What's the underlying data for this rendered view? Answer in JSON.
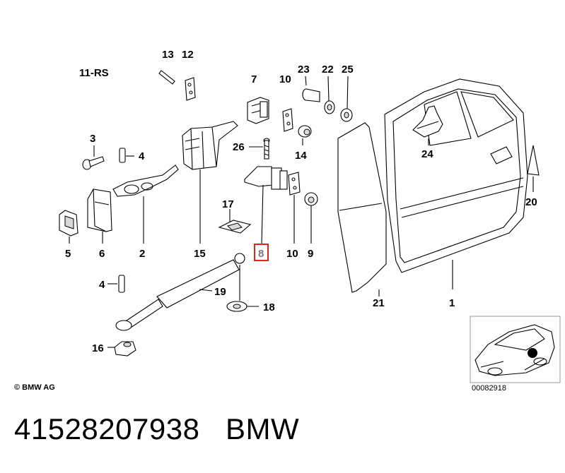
{
  "diagram": {
    "group_label": "11-RS",
    "copyright": "© BMW AG",
    "image_code": "00082918",
    "highlight_color": "#e2231a",
    "highlighted_label": "8",
    "callouts": [
      {
        "id": "c13",
        "text": "13"
      },
      {
        "id": "c12",
        "text": "12"
      },
      {
        "id": "c7",
        "text": "7"
      },
      {
        "id": "c10a",
        "text": "10"
      },
      {
        "id": "c23",
        "text": "23"
      },
      {
        "id": "c22",
        "text": "22"
      },
      {
        "id": "c25",
        "text": "25"
      },
      {
        "id": "c3",
        "text": "3"
      },
      {
        "id": "c4a",
        "text": "4"
      },
      {
        "id": "c26",
        "text": "26"
      },
      {
        "id": "c14",
        "text": "14"
      },
      {
        "id": "c24",
        "text": "24"
      },
      {
        "id": "c20",
        "text": "20"
      },
      {
        "id": "c17",
        "text": "17"
      },
      {
        "id": "c5",
        "text": "5"
      },
      {
        "id": "c6",
        "text": "6"
      },
      {
        "id": "c2",
        "text": "2"
      },
      {
        "id": "c15",
        "text": "15"
      },
      {
        "id": "c8",
        "text": "8"
      },
      {
        "id": "c10b",
        "text": "10"
      },
      {
        "id": "c9",
        "text": "9"
      },
      {
        "id": "c4b",
        "text": "4"
      },
      {
        "id": "c19",
        "text": "19"
      },
      {
        "id": "c18",
        "text": "18"
      },
      {
        "id": "c21",
        "text": "21"
      },
      {
        "id": "c1",
        "text": "1"
      },
      {
        "id": "c16",
        "text": "16"
      }
    ]
  },
  "caption": {
    "part_number": "41528207938",
    "brand": "BMW"
  }
}
